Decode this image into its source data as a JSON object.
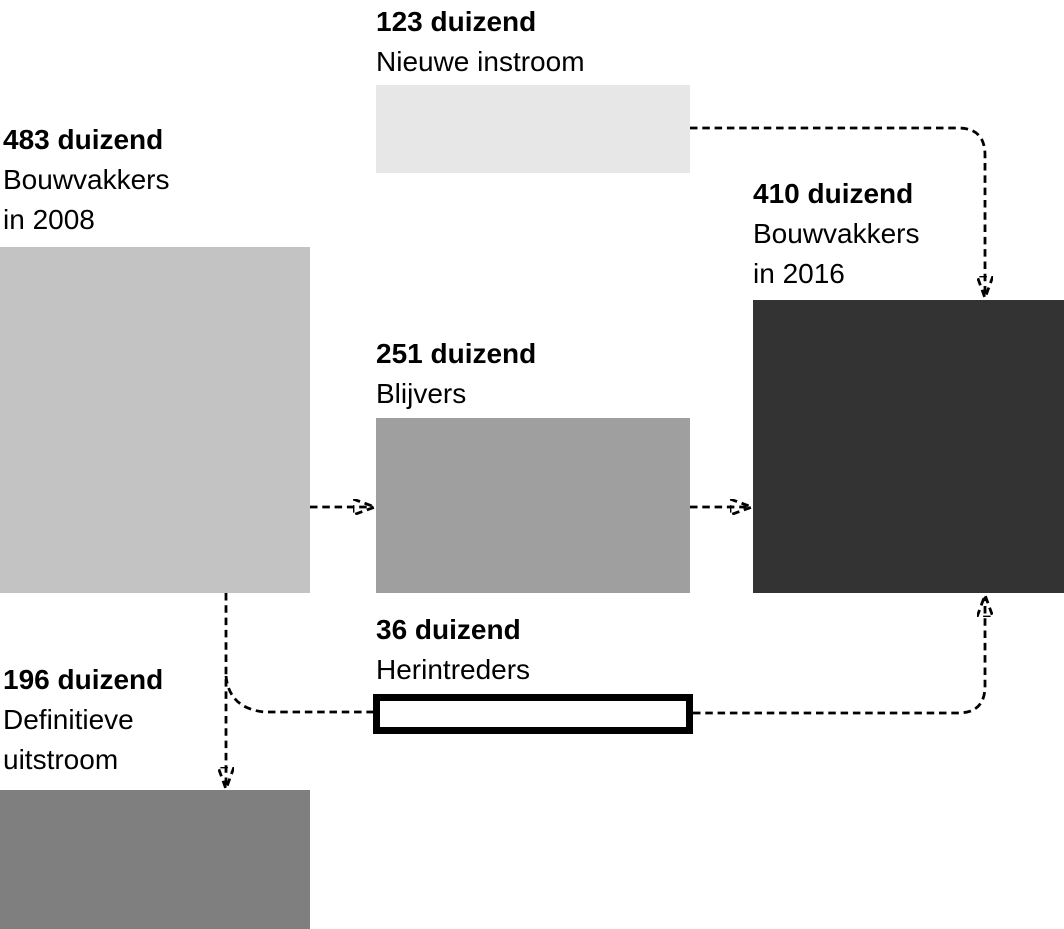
{
  "diagram": {
    "background": "#ffffff",
    "text_color": "#000000",
    "arrow_color": "#000000",
    "nodes": {
      "instroom": {
        "value": "123 duizend",
        "label": "Nieuwe instroom",
        "color": "#e7e7e7"
      },
      "bouwvakkers_2008": {
        "value": "483 duizend",
        "label1": "Bouwvakkers",
        "label2": "in 2008",
        "color": "#c3c3c3"
      },
      "blijvers": {
        "value": "251 duizend",
        "label": "Blijvers",
        "color": "#9f9f9f"
      },
      "herintreders": {
        "value": "36 duizend",
        "label": "Herintreders",
        "fill": "#ffffff",
        "border_color": "#000000"
      },
      "uitstroom": {
        "value": "196 duizend",
        "label1": "Definitieve",
        "label2": "uitstroom",
        "color": "#7f7f7f"
      },
      "bouwvakkers_2016": {
        "value": "410 duizend",
        "label1": "Bouwvakkers",
        "label2": "in 2016",
        "color": "#333333"
      }
    }
  }
}
